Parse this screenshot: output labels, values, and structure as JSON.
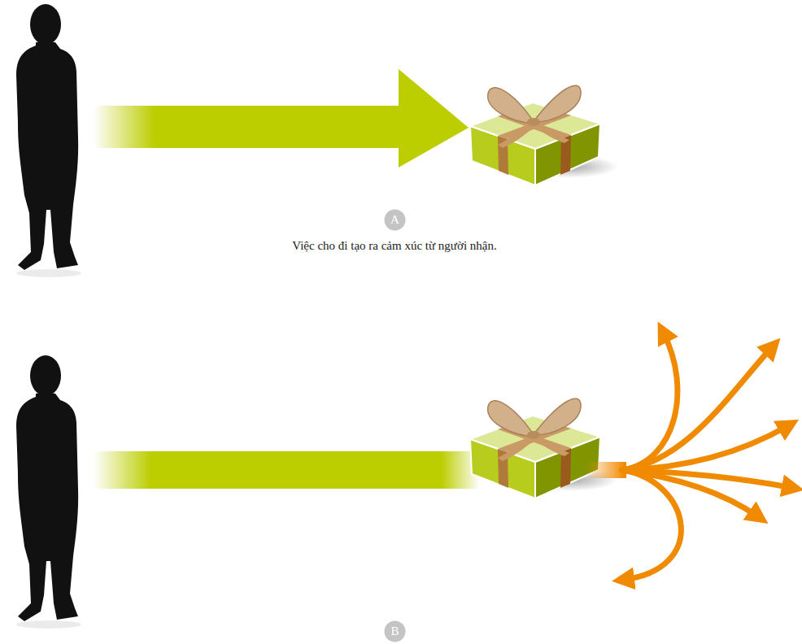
{
  "diagram": {
    "nodes": [
      {
        "text": [
          "A"
        ]
      },
      {
        "text": [
          "B"
        ]
      }
    ],
    "labels": [
      "Việc cho đi tạo ra cảm xúc từ người nhận."
    ]
  }
}
